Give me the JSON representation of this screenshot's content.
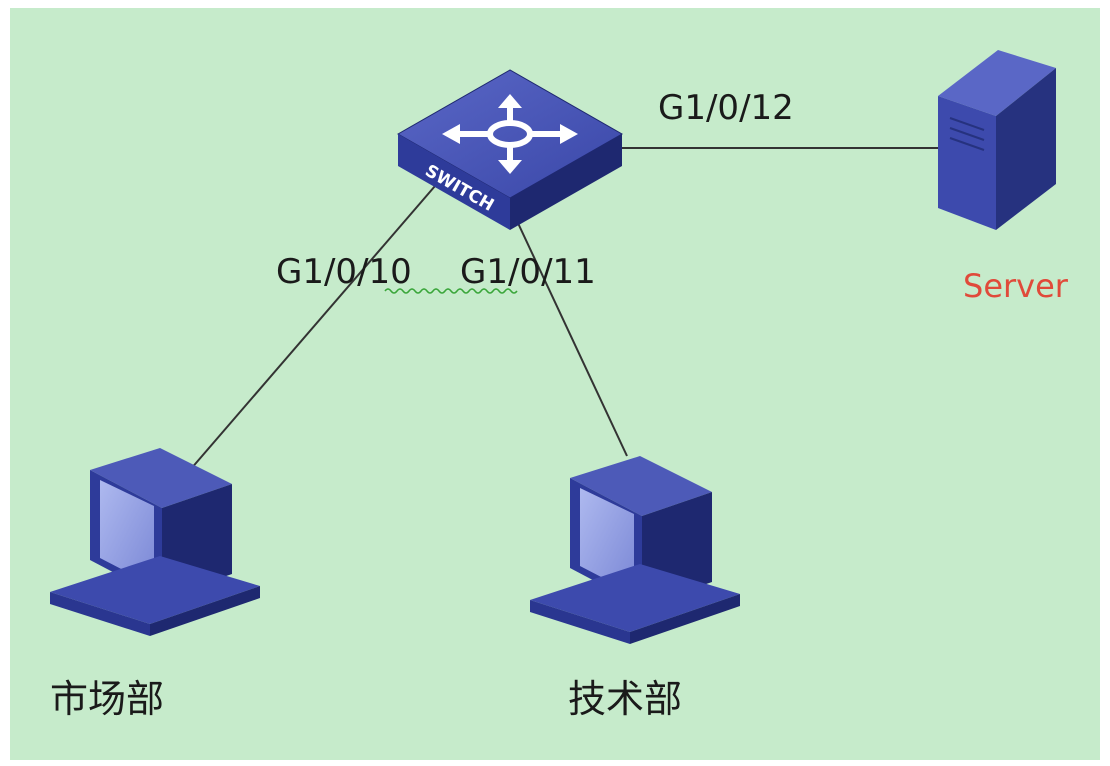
{
  "colors": {
    "background": "#c6ebcb",
    "device_blue": "#2e3b9a",
    "device_blue_light": "#4755b8",
    "device_blue_dark": "#1e2870",
    "link_line": "#333333",
    "server_label": "#e04a3a",
    "spellcheck_underline": "#3aa63a"
  },
  "switch": {
    "icon": "switch-icon",
    "text": "SWITCH"
  },
  "server": {
    "icon": "server-icon",
    "label": "Server"
  },
  "links": [
    {
      "port": "G1/0/10",
      "to": "市场部"
    },
    {
      "port": "G1/0/11",
      "to": "技术部"
    },
    {
      "port": "G1/0/12",
      "to": "Server"
    }
  ],
  "departments": [
    {
      "label": "市场部",
      "icon": "desktop-computer-icon"
    },
    {
      "label": "技术部",
      "icon": "desktop-computer-icon"
    }
  ]
}
